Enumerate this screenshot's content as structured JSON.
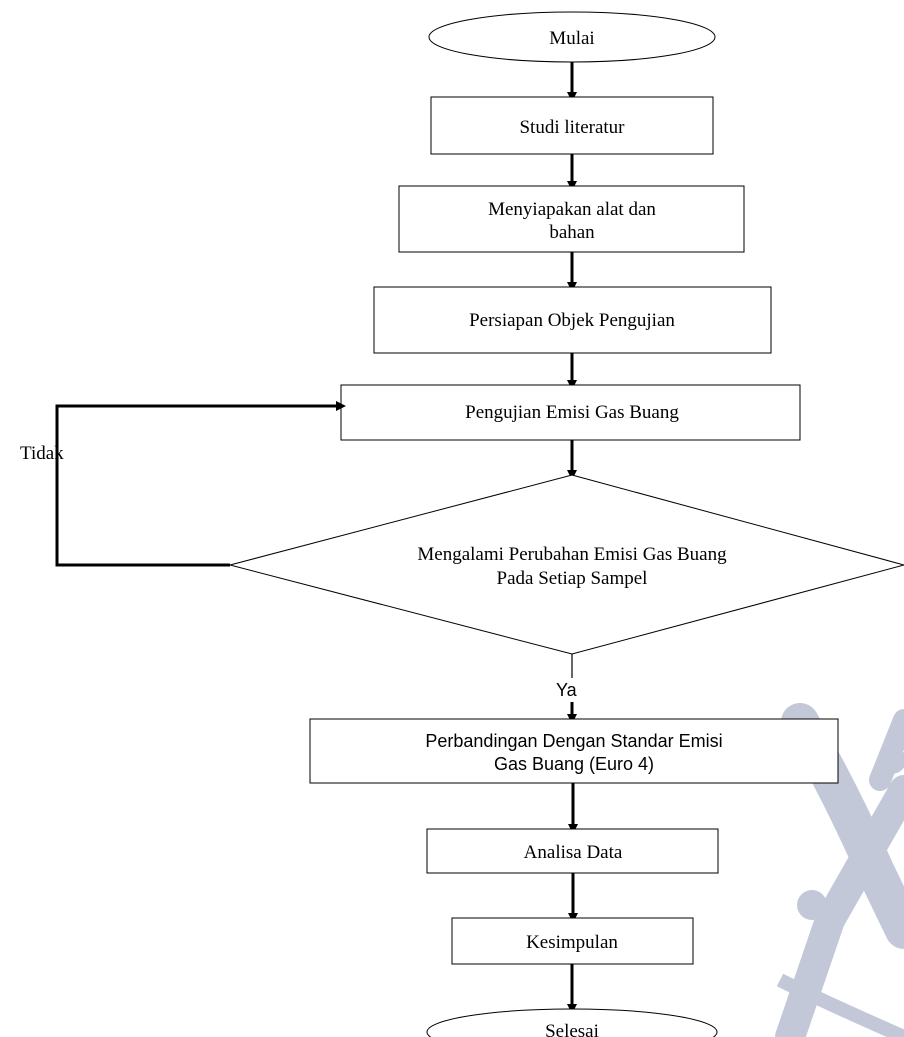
{
  "flowchart": {
    "start": "Mulai",
    "steps": {
      "study": "Studi literatur",
      "prepare_tools_line1": "Menyiapakan alat dan",
      "prepare_tools_line2": "bahan",
      "prepare_object": "Persiapan Objek Pengujian",
      "emission_test": "Pengujian Emisi Gas Buang"
    },
    "decision": {
      "line1": "Mengalami Perubahan Emisi Gas Buang",
      "line2": "Pada Setiap Sampel",
      "no_label": "Tidak",
      "yes_label": "Ya"
    },
    "after": {
      "compare_line1": "Perbandingan Dengan Standar Emisi",
      "compare_line2": "Gas Buang (Euro 4)",
      "analysis": "Analisa Data",
      "conclusion": "Kesimpulan"
    },
    "end": "Selesai"
  },
  "watermark": {
    "color": "#b9bfd3"
  }
}
